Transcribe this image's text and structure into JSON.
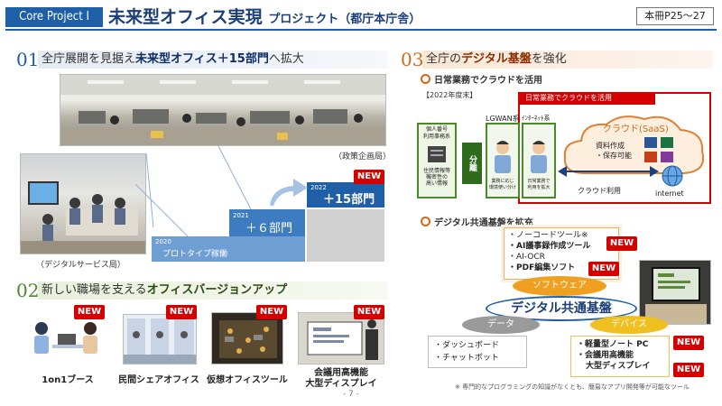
{
  "header": {
    "tag": "Core Project Ⅰ",
    "title": "未来型オフィス実現",
    "subtitle": "プロジェクト（都庁本庁舎）",
    "page_ref": "本冊P25～27"
  },
  "s1": {
    "num": "01",
    "title_pre": "全庁展開を見据え",
    "title_bold": "未来型オフィス＋15部門",
    "title_post": "へ拡大",
    "caption_top": "（政策企画局）",
    "caption_left": "（デジタルサービス局）",
    "new": "NEW",
    "steps": [
      {
        "year": "2020",
        "label": "プロトタイプ稼働"
      },
      {
        "year": "2021",
        "label": "＋６部門"
      },
      {
        "year": "2022",
        "label": "＋15部門"
      }
    ]
  },
  "s2": {
    "num": "02",
    "title_pre": "新しい職場を支える",
    "title_bold": "オフィスバージョンアップ",
    "items": [
      {
        "label": "1on1ブース",
        "new": "NEW"
      },
      {
        "label": "民間シェアオフィス",
        "new": "NEW"
      },
      {
        "label": "仮想オフィスツール",
        "new": "NEW"
      },
      {
        "label": "会議用高機能",
        "label2": "大型ディスプレイ",
        "new": "NEW"
      }
    ]
  },
  "s3": {
    "num": "03",
    "title_pre": "全庁の",
    "title_bold": "デジタル基盤",
    "title_post": "を強化",
    "sub1": "日常業務でクラウドを活用",
    "year_tag": "【2022年度末】",
    "red_box_label": "日常業務でクラウドを活用",
    "col1_label": "個人番号\n利用事務系",
    "col1_text": "住民情報等\n機密性の\n高い情報",
    "divide": "分離",
    "lgwan": "LGWAN系",
    "internet_sys": "ｲﾝﾀｰﾈｯﾄ系",
    "person1": "業務に応じ\n環境使い分け",
    "person2": "日常業務で\n利用を拡大",
    "cloud_title": "クラウド(SaaS)",
    "cloud_text1": "資料作成",
    "cloud_text2": "・保存可能",
    "cloud_use": "クラウド利用",
    "internet": "internet",
    "sub2": "デジタル共通基盤を拡充",
    "nocode": "・ノーコードツール※",
    "ai_minutes": "・AI議事録作成ツール",
    "ai_ocr": "・AI-OCR",
    "pdf": "・PDF編集ソフト",
    "software": "ソフトウェア",
    "platform": "デジタル共通基盤",
    "data": "データ",
    "device": "デバイス",
    "dashboard": "・ダッシュボード",
    "chatbot": "・チャットボット",
    "laptop": "・軽量型ノート PC",
    "display1": "・会議用高機能",
    "display2": "大型ディスプレイ",
    "new": "NEW",
    "footnote": "※ 専門的なプログラミングの知識がなくとも、簡易なアプリ開発等が可能なツール"
  },
  "page_number": "- 7 -"
}
